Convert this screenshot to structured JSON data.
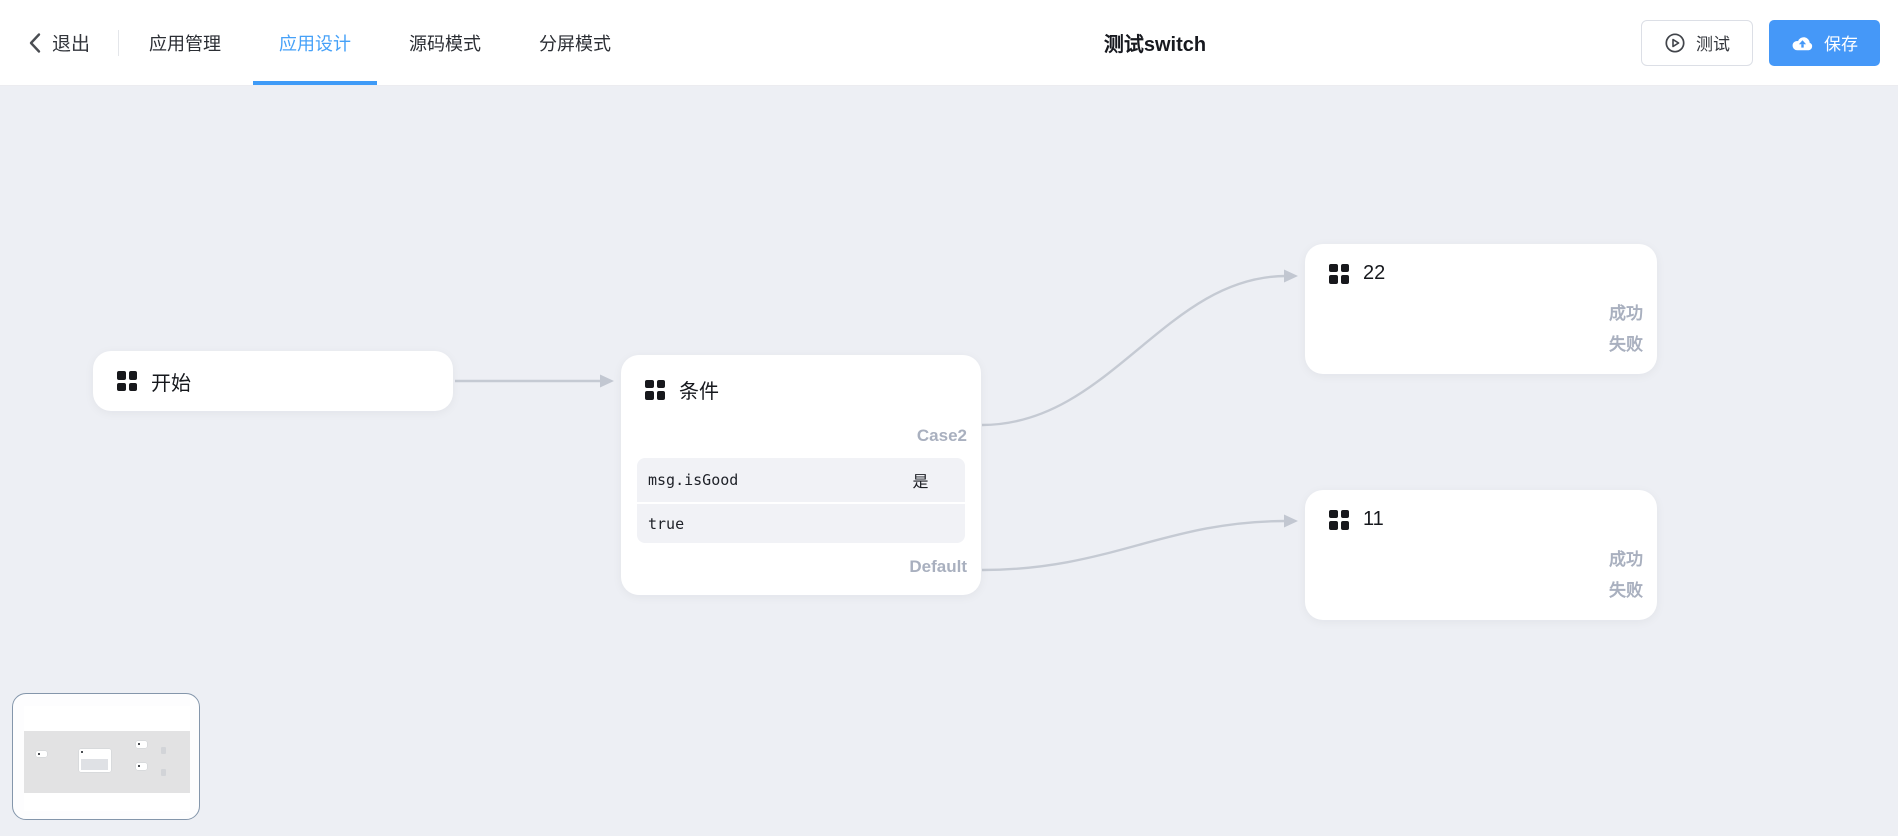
{
  "header": {
    "back_label": "退出",
    "tabs": [
      {
        "label": "应用管理",
        "active": false
      },
      {
        "label": "应用设计",
        "active": true
      },
      {
        "label": "源码模式",
        "active": false
      },
      {
        "label": "分屏模式",
        "active": false
      }
    ],
    "title": "测试switch",
    "test_button_label": "测试",
    "save_button_label": "保存"
  },
  "flow": {
    "nodes": {
      "start": {
        "title": "开始"
      },
      "condition": {
        "title": "条件",
        "case_port": "Case2",
        "default_port": "Default",
        "rule": {
          "field": "msg.isGood",
          "operator": "是",
          "value": "true"
        }
      },
      "node_22": {
        "title": "22",
        "ports": [
          "成功",
          "失败"
        ]
      },
      "node_11": {
        "title": "11",
        "ports": [
          "成功",
          "失败"
        ]
      }
    },
    "edges": [
      {
        "from": "开始",
        "to": "条件"
      },
      {
        "from": "条件:Case2",
        "to": "22"
      },
      {
        "from": "条件:Default",
        "to": "11"
      }
    ]
  },
  "icons": {
    "back": "chevron-left-icon",
    "node": "grid-icon",
    "test": "play-circle-icon",
    "save": "cloud-upload-icon"
  },
  "colors": {
    "accent_blue": "#4598f8",
    "active_tab": "#46a1f8",
    "canvas_bg": "#edeff4",
    "edge": "#c5cad3",
    "muted_label": "#a9b0bf",
    "node_bg": "#ffffff",
    "rule_box_bg": "#f1f2f6"
  }
}
